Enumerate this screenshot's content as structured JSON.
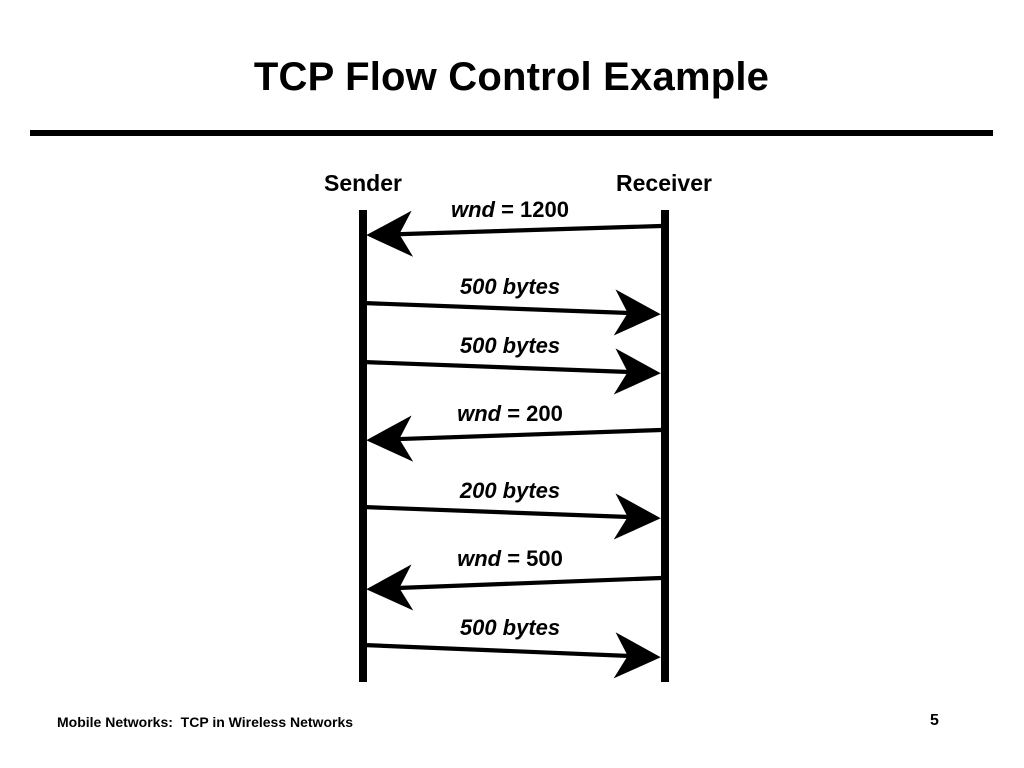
{
  "slide": {
    "title": "TCP Flow Control Example",
    "footer": "Mobile Networks:  TCP in Wireless Networks",
    "page_number": "5",
    "accent_color": "#000000",
    "background_color": "#ffffff"
  },
  "diagram": {
    "type": "sequence-diagram",
    "parties": [
      {
        "id": "sender",
        "label": "Sender"
      },
      {
        "id": "receiver",
        "label": "Receiver"
      }
    ],
    "messages": [
      {
        "index": 1,
        "label_italic": "wnd",
        "label_rest": " = 1200",
        "label_full": "wnd = 1200",
        "style": "mixed",
        "direction": "receiver-to-sender",
        "from": "receiver",
        "to": "sender"
      },
      {
        "index": 2,
        "label_full": "500 bytes",
        "style": "italic",
        "direction": "sender-to-receiver",
        "from": "sender",
        "to": "receiver"
      },
      {
        "index": 3,
        "label_full": "500 bytes",
        "style": "italic",
        "direction": "sender-to-receiver",
        "from": "sender",
        "to": "receiver"
      },
      {
        "index": 4,
        "label_italic": "wnd",
        "label_rest": " = 200",
        "label_full": "wnd = 200",
        "style": "mixed",
        "direction": "receiver-to-sender",
        "from": "receiver",
        "to": "sender"
      },
      {
        "index": 5,
        "label_full": "200 bytes",
        "style": "italic",
        "direction": "sender-to-receiver",
        "from": "sender",
        "to": "receiver"
      },
      {
        "index": 6,
        "label_italic": "wnd",
        "label_rest": " = 500",
        "label_full": "wnd = 500",
        "style": "mixed",
        "direction": "receiver-to-sender",
        "from": "receiver",
        "to": "sender"
      },
      {
        "index": 7,
        "label_full": "500 bytes",
        "style": "italic",
        "direction": "sender-to-receiver",
        "from": "sender",
        "to": "receiver"
      }
    ]
  }
}
